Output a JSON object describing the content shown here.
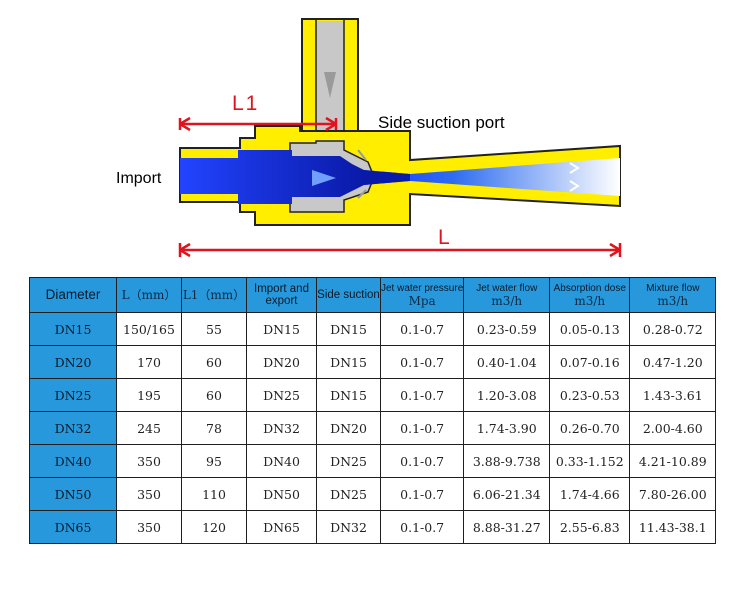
{
  "diagram": {
    "import_label": "Import",
    "side_suction_label": "Side suction port",
    "l1_label": "L1",
    "l_label": "L"
  },
  "table": {
    "headers": {
      "diameter": "Diameter",
      "l": "L（mm）",
      "l1": "L1（mm）",
      "import_export": "Import and export",
      "side_suction": "Side suction",
      "jet_pressure_label": "Jet water pressure",
      "jet_pressure_unit": "Mpa",
      "jet_flow_label": "Jet water flow",
      "jet_flow_unit": "m3/h",
      "absorption_label": "Absorption dose",
      "absorption_unit": "m3/h",
      "mixture_label": "Mixture flow",
      "mixture_unit": "m3/h"
    },
    "rows": [
      {
        "dn": "DN15",
        "l": "150/165",
        "l1": "55",
        "io": "DN15",
        "side": "DN15",
        "pressure": "0.1-0.7",
        "jet_flow": "0.23-0.59",
        "absorption": "0.05-0.13",
        "mixture": "0.28-0.72"
      },
      {
        "dn": "DN20",
        "l": "170",
        "l1": "60",
        "io": "DN20",
        "side": "DN15",
        "pressure": "0.1-0.7",
        "jet_flow": "0.40-1.04",
        "absorption": "0.07-0.16",
        "mixture": "0.47-1.20"
      },
      {
        "dn": "DN25",
        "l": "195",
        "l1": "60",
        "io": "DN25",
        "side": "DN15",
        "pressure": "0.1-0.7",
        "jet_flow": "1.20-3.08",
        "absorption": "0.23-0.53",
        "mixture": "1.43-3.61"
      },
      {
        "dn": "DN32",
        "l": "245",
        "l1": "78",
        "io": "DN32",
        "side": "DN20",
        "pressure": "0.1-0.7",
        "jet_flow": "1.74-3.90",
        "absorption": "0.26-0.70",
        "mixture": "2.00-4.60"
      },
      {
        "dn": "DN40",
        "l": "350",
        "l1": "95",
        "io": "DN40",
        "side": "DN25",
        "pressure": "0.1-0.7",
        "jet_flow": "3.88-9.738",
        "absorption": "0.33-1.152",
        "mixture": "4.21-10.89"
      },
      {
        "dn": "DN50",
        "l": "350",
        "l1": "110",
        "io": "DN50",
        "side": "DN25",
        "pressure": "0.1-0.7",
        "jet_flow": "6.06-21.34",
        "absorption": "1.74-4.66",
        "mixture": "7.80-26.00"
      },
      {
        "dn": "DN65",
        "l": "350",
        "l1": "120",
        "io": "DN65",
        "side": "DN32",
        "pressure": "0.1-0.7",
        "jet_flow": "8.88-31.27",
        "absorption": "2.55-6.83",
        "mixture": "11.43-38.1"
      }
    ]
  },
  "colors": {
    "body_yellow": "#ffee00",
    "inner_gray": "#c8c8c8",
    "flow_blue": "#1a3cff",
    "dimension_red": "#e0141e",
    "header_blue": "#2898dc"
  }
}
